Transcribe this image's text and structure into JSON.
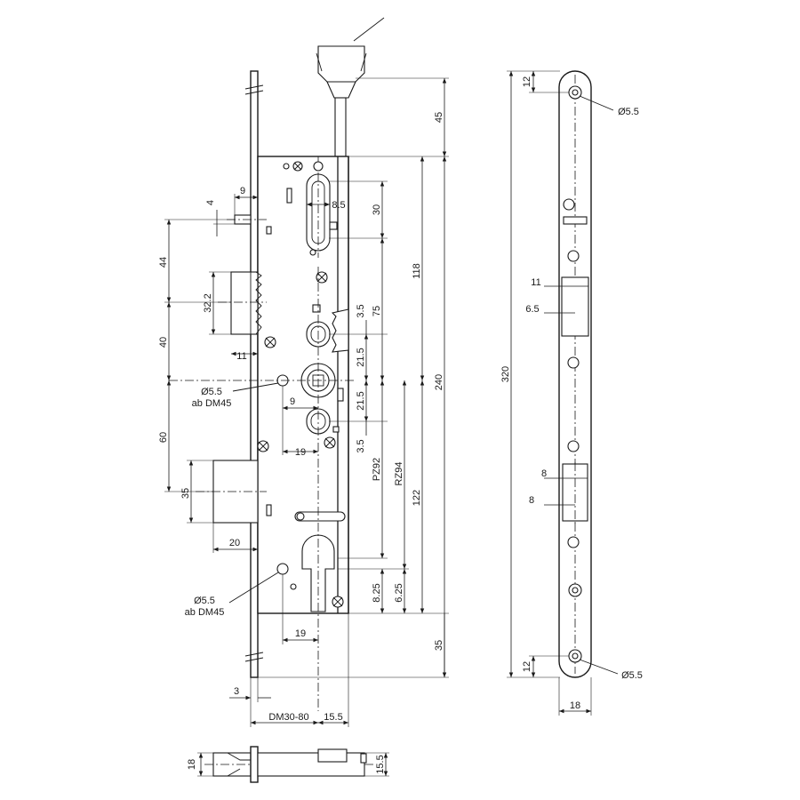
{
  "drawing": {
    "title": "",
    "main_view": {
      "top_dims": [
        "45",
        "118",
        "240"
      ],
      "side_dims": [
        "9",
        "4",
        "44",
        "32.2",
        "40",
        "11",
        "60",
        "35",
        "20",
        "8.5",
        "30",
        "3.5",
        "75",
        "21.5",
        "21.5",
        "3.5",
        "PZ92",
        "RZ94",
        "122",
        "8.25",
        "6.25",
        "35",
        "3",
        "DM30-80",
        "15.5",
        "9",
        "19",
        "19"
      ],
      "hole_note": [
        "Ø5.5",
        "ab DM45"
      ]
    },
    "faceplate_view": {
      "dims": [
        "12",
        "Ø5.5",
        "11",
        "6.5",
        "320",
        "8",
        "8",
        "12",
        "Ø5.5",
        "18"
      ]
    },
    "bottom_view": {
      "dims": [
        "18",
        "15.5"
      ]
    }
  }
}
